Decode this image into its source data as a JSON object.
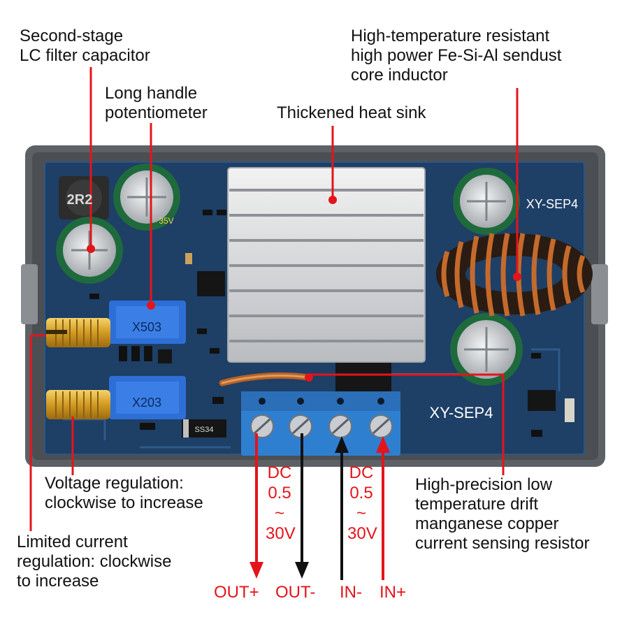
{
  "colors": {
    "arrow_red": "#e4141b",
    "arrow_black": "#111111",
    "pcb_blue": "#1e3f66",
    "case_gray": "#5d6166",
    "terminal_blue": "#2f7fd0",
    "pot_blue": "#2d6fd6",
    "knob_brass": "#d9a62b",
    "copper": "#c46a2c"
  },
  "callouts": {
    "lc_capacitor": [
      "Second-stage",
      "LC filter capacitor"
    ],
    "potentiometer": [
      "Long handle",
      "potentiometer"
    ],
    "heat_sink": [
      "Thickened heat sink"
    ],
    "inductor": [
      "High-temperature resistant",
      "high power Fe-Si-Al sendust",
      "core inductor"
    ],
    "voltage_regulation": [
      "Voltage regulation:",
      "clockwise to increase"
    ],
    "current_regulation": [
      "Limited current",
      "regulation: clockwise",
      "to increase"
    ],
    "sense_resistor": [
      "High-precision low",
      "temperature drift",
      "manganese copper",
      "current sensing resistor"
    ]
  },
  "terminals": {
    "output_range": [
      "DC",
      "0.5",
      "~",
      "30V"
    ],
    "input_range": [
      "DC",
      "0.5",
      "~",
      "30V"
    ],
    "labels": [
      "OUT+",
      "OUT-",
      "IN-",
      "IN+"
    ]
  },
  "board": {
    "model_label": "XY-SEP4",
    "inductor_marking": "2R2",
    "pot_top_code": "X503",
    "pot_bottom_code": "X203",
    "cap_marking": "35V",
    "diode_marking": "SS34"
  }
}
